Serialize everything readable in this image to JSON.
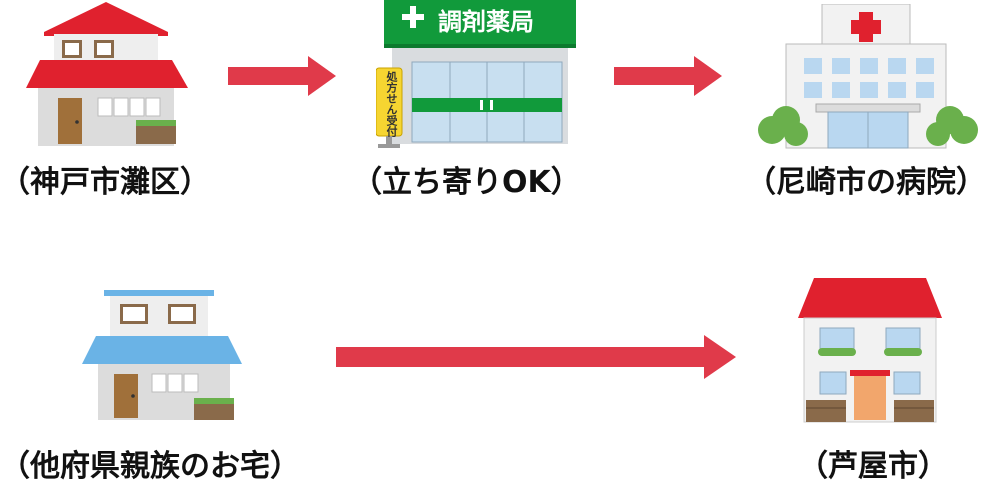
{
  "nodes": {
    "home": {
      "label": "（神戸市灘区）"
    },
    "pharmacy": {
      "label": "（立ち寄りOK）",
      "sign": "調剤薬局",
      "side_sign": "処方せん受付"
    },
    "hospital": {
      "label": "（尼崎市の病院）"
    },
    "relative_home": {
      "label": "（他府県親族のお宅）"
    },
    "ashiya": {
      "label": "（芦屋市）"
    }
  },
  "colors": {
    "arrow": "#e03a4a",
    "roof_red": "#e0212e",
    "roof_blue": "#6ab3e6",
    "pharmacy_green": "#119a3b",
    "bush_green": "#6ab04c"
  }
}
